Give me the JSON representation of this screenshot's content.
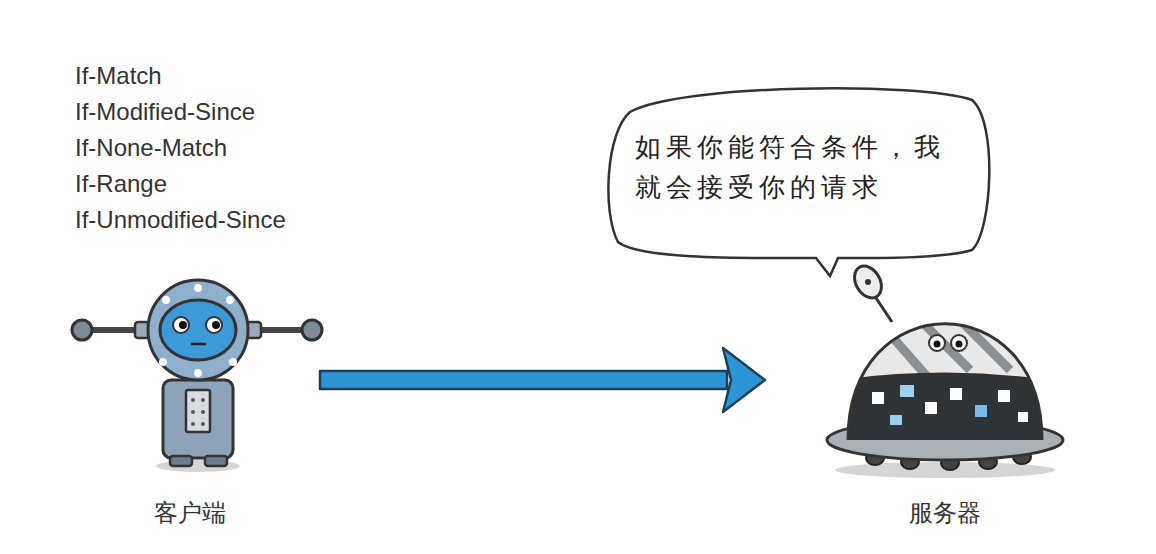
{
  "diagram": {
    "nodes": [
      {
        "text": [
          "如果你能符合条件，我 就会接受你的请求"
        ]
      },
      {
        "text": [
          "客户端"
        ]
      },
      {
        "text": [
          "服务器"
        ]
      }
    ],
    "edges": [
      {
        "from": 1,
        "to": 2,
        "arrow": "to"
      }
    ],
    "labels": [
      "If-Match",
      "If-Modified-Since",
      "If-None-Match",
      "If-Range",
      "If-Unmodified-Since"
    ]
  }
}
